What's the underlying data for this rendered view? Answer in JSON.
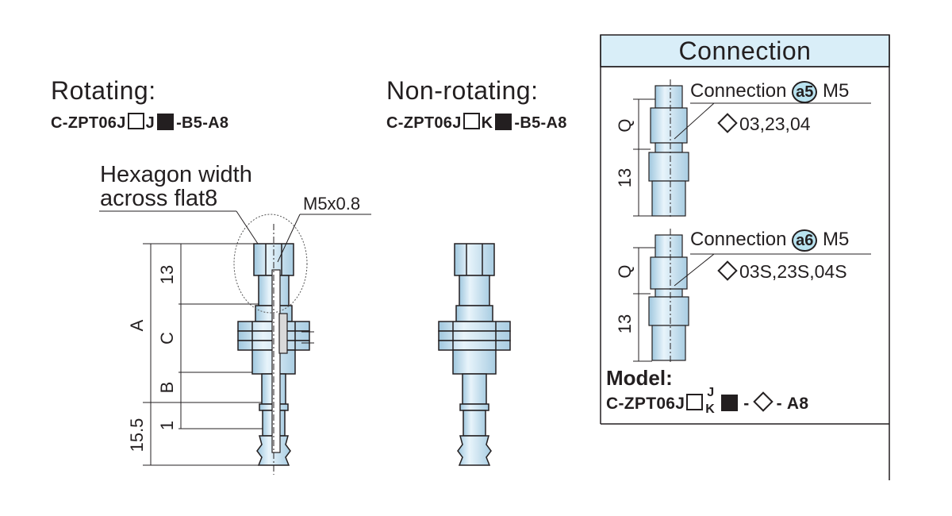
{
  "rotating": {
    "heading": "Rotating:",
    "code_prefix": "C-ZPT06J",
    "code_mid": "J",
    "code_suffix": "-B5-A8"
  },
  "non_rotating": {
    "heading": "Non-rotating:",
    "code_prefix": "C-ZPT06J",
    "code_mid": "K",
    "code_suffix": "-B5-A8"
  },
  "annotations": {
    "hexagon_line1": "Hexagon width",
    "hexagon_line2": "across flat8",
    "thread": "M5x0.8"
  },
  "dimensions": {
    "d13": "13",
    "dA": "A",
    "dC": "C",
    "dB": "B",
    "d1": "1",
    "d15_5": "15.5"
  },
  "connection_panel": {
    "title": "Connection",
    "a5": {
      "label": "Connection",
      "badge": "a5",
      "thread": "M5",
      "options": "03,23,04"
    },
    "a6": {
      "label": "Connection",
      "badge": "a6",
      "thread": "M5",
      "options": "03S,23S,04S"
    },
    "dim_q": "Q",
    "dim_13": "13",
    "model_label": "Model:",
    "model_prefix": "C-ZPT06J",
    "model_j": "J",
    "model_k": "K",
    "model_dash1": "-",
    "model_dash2": "-",
    "model_suffix": "A8"
  },
  "colors": {
    "part_fill": "#cfe6f3",
    "panel_header": "#d9eef8",
    "line": "#231f20"
  }
}
